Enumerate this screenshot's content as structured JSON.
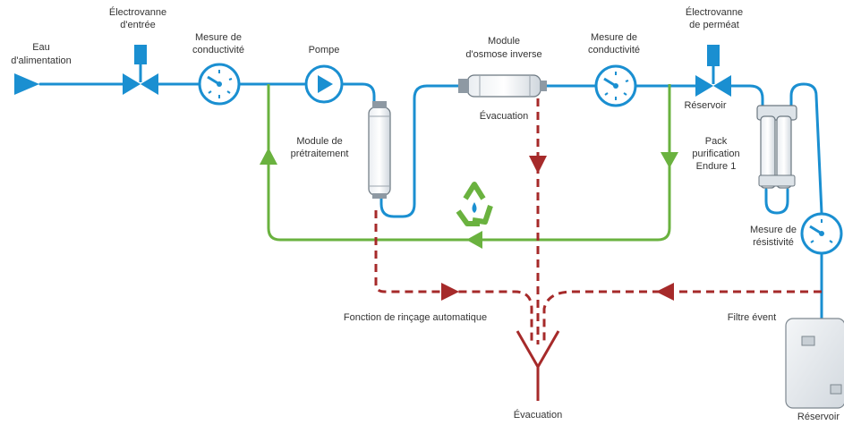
{
  "labels": {
    "eau1": "Eau",
    "eau2": "d'alimentation",
    "elec_in1": "Électrovanne",
    "elec_in2": "d'entrée",
    "cond1_a": "Mesure de",
    "cond1_b": "conductivité",
    "pompe": "Pompe",
    "module_pre1": "Module de",
    "module_pre2": "prétraitement",
    "osmose1": "Module",
    "osmose2": "d'osmose inverse",
    "evac_top": "Évacuation",
    "cond2_a": "Mesure de",
    "cond2_b": "conductivité",
    "elec_perm1": "Électrovanne",
    "elec_perm2": "de perméat",
    "reservoir_top": "Réservoir",
    "pack1": "Pack",
    "pack2": "purification",
    "pack3": "Endure 1",
    "resist1": "Mesure de",
    "resist2": "résistivité",
    "rincage": "Fonction de rinçage automatique",
    "filtre": "Filtre évent",
    "evac_bottom": "Évacuation",
    "reservoir_bottom": "Réservoir"
  },
  "colors": {
    "water_line": "#1a8fd1",
    "recirculation_line": "#6ab23f",
    "drain_line": "#a62a2a"
  },
  "icons": [
    "feed-arrow-icon",
    "solenoid-valve-icon",
    "conductivity-gauge-icon",
    "pump-icon",
    "pretreatment-cartridge-icon",
    "ro-module-icon",
    "recycle-icon",
    "purification-pack-icon",
    "resistivity-gauge-icon",
    "reservoir-tank-icon",
    "drain-y-icon"
  ]
}
